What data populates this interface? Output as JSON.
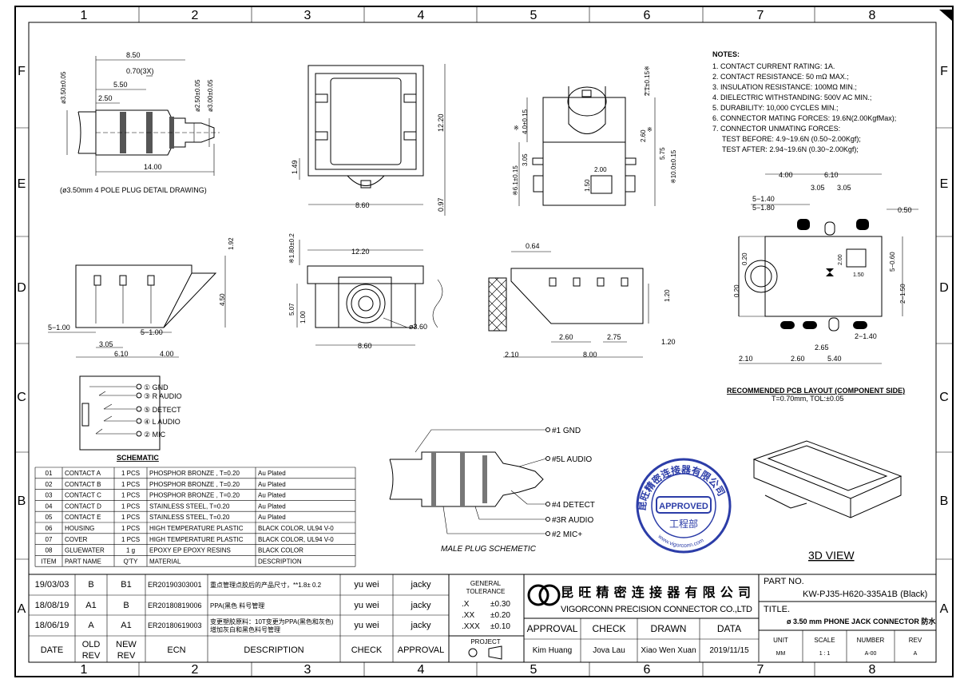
{
  "border": {
    "cols": [
      "1",
      "2",
      "3",
      "4",
      "5",
      "6",
      "7",
      "8"
    ],
    "rows": [
      "F",
      "E",
      "D",
      "C",
      "B",
      "A"
    ]
  },
  "plug_detail": {
    "dims": [
      "8.50",
      "0.70(3X)",
      "5.50",
      "2.50",
      "14.00",
      "ø3.50±0.05",
      "ø2.50±0.05",
      "ø3.00±0.05"
    ],
    "caption": "(ø3.50mm 4 POLE PLUG DETAIL DRAWING)"
  },
  "views": {
    "top": [
      "12.20",
      "1.49",
      "8.60",
      "0.97"
    ],
    "right": [
      "2.1±0.15※",
      "4.0±0.15",
      "※",
      "3.05",
      "※6.1±0.15",
      "2.60",
      "※",
      "5.75",
      "※10.0±0.15",
      "2.00",
      "1.50"
    ],
    "side": [
      "1.92",
      "4.50",
      "5−1.00",
      "3.05",
      "5−1.00",
      "6.10",
      "4.00"
    ],
    "front": [
      "12.20",
      "※1.80±0.2",
      "5.07",
      "1.00",
      "ø3.60",
      "8.60"
    ],
    "rear": [
      "0.64",
      "1.20",
      "2.60",
      "2.75",
      "1.20",
      "2.10",
      "8.00"
    ]
  },
  "notes": {
    "title": "NOTES:",
    "items": [
      "1. CONTACT CURRENT RATING: 1A.",
      "2. CONTACT RESISTANCE: 50 mΩ MAX.;",
      "3. INSULATION RESISTANCE: 100MΩ MIN.;",
      "4. DIELECTRIC WITHSTANDING: 500V AC MIN.;",
      "5. DURABILITY: 10,000 CYCLES MIN.;",
      "6. CONNECTOR MATING FORCES: 19.6N(2.00KgfMax);",
      "7. CONNECTOR UNMATING FORCES:",
      "TEST BEFORE: 4.9~19.6N (0.50~2.00Kgf);",
      "TEST AFTER: 2.94~19.6N (0.30~2.00Kgf);"
    ]
  },
  "pcb": {
    "dims": [
      "4.00",
      "6.10",
      "5−1.40",
      "3.05",
      "3.05",
      "5−1.80",
      "0.50",
      "0.20",
      "5−0.60",
      "0.20",
      "2−1.50",
      "2.00",
      "1.50",
      "2.65",
      "2−1.40",
      "2.10",
      "2.60",
      "5.40"
    ],
    "title": "RECOMMENDED PCB LAYOUT (COMPONENT SIDE)",
    "subtitle": "T=0.70mm, TOL:±0.05"
  },
  "schematic": {
    "pins": [
      "① GND",
      "③ R AUDIO",
      "⑤ DETECT",
      "④ L AUDIO",
      "② MIC"
    ],
    "label": "SCHEMATIC"
  },
  "male_plug": {
    "pins": [
      "#1 GND",
      "#5L AUDIO",
      "#4 DETECT",
      "#3R AUDIO",
      "#2 MIC+"
    ],
    "caption": "MALE PLUG SCHEMETIC"
  },
  "stamp": {
    "text": "APPROVED",
    "dept": "工程部",
    "ring": "昆旺精密连接器有限公司",
    "site": "www.vigorconn.com"
  },
  "view3d_label": "3D VIEW",
  "bom": {
    "header": [
      "ITEM",
      "PART NAME",
      "Q'TY",
      "MATERIAL",
      "DESCRIPTION"
    ],
    "rows": [
      [
        "01",
        "CONTACT A",
        "1 PCS",
        "PHOSPHOR BRONZE , T=0.20",
        "Au Plated"
      ],
      [
        "02",
        "CONTACT B",
        "1 PCS",
        "PHOSPHOR BRONZE , T=0.20",
        "Au Plated"
      ],
      [
        "03",
        "CONTACT C",
        "1 PCS",
        "PHOSPHOR BRONZE , T=0.20",
        "Au Plated"
      ],
      [
        "04",
        "CONTACT D",
        "1 PCS",
        "STAINLESS STEEL, T=0.20",
        "Au Plated"
      ],
      [
        "05",
        "CONTACT E",
        "1 PCS",
        "STAINLESS STEEL, T=0.20",
        "Au Plated"
      ],
      [
        "06",
        "HOUSING",
        "1 PCS",
        "HIGH TEMPERATURE PLASTIC",
        "BLACK COLOR, UL94 V-0"
      ],
      [
        "07",
        "COVER",
        "1 PCS",
        "HIGH TEMPERATURE PLASTIC",
        "BLACK COLOR, UL94 V-0"
      ],
      [
        "08",
        "GLUEWATER",
        "1 g",
        "EPOXY EP EPOXY RESINS",
        "BLACK COLOR"
      ]
    ]
  },
  "revisions": {
    "rows": [
      [
        "19/03/03",
        "B",
        "B1",
        "ER20190303001",
        "重点管理点胶后的产品尺寸，**1.8± 0.2",
        "yu wei",
        "jacky"
      ],
      [
        "18/08/19",
        "A1",
        "B",
        "ER20180819006",
        "PPA(黑色 料号管理",
        "yu wei",
        "jacky"
      ],
      [
        "18/06/19",
        "A",
        "A1",
        "ER20180619003",
        "变更塑胶原料：10T变更为PPA(黑色和灰色) 增加灰白和黑色料号管理",
        "yu wei",
        "jacky"
      ]
    ],
    "header": [
      "DATE",
      "OLD REV",
      "NEW REV",
      "ECN",
      "DESCRIPTION",
      "CHECK",
      "APPROVAL"
    ]
  },
  "tolerance": {
    "title": "GENERAL TOLERANCE",
    "rows": [
      [
        ".X",
        "±0.30"
      ],
      [
        ".XX",
        "±0.20"
      ],
      [
        ".XXX",
        "±0.10"
      ]
    ],
    "project": "PROJECT"
  },
  "company": {
    "cn": "昆旺精密连接器有限公司",
    "en": "VIGORCONN PRECISION CONNECTOR CO.,LTD"
  },
  "signoff": {
    "labels": [
      "APPROVAL",
      "CHECK",
      "DRAWN",
      "DATA"
    ],
    "values": [
      "Kim Huang",
      "Jova Lau",
      "Xiao Wen Xuan",
      "2019/11/15"
    ]
  },
  "titleblock": {
    "part_label": "PART NO.",
    "part_no": "KW-PJ35-H620-335A1B (Black)",
    "title_label": "TITLE.",
    "title": "ø 3.50 mm PHONE JACK CONNECTOR 防水",
    "fields": [
      "UNIT",
      "SCALE",
      "NUMBER",
      "REV"
    ],
    "values": [
      "MM",
      "1 : 1",
      "A-00",
      "A"
    ]
  }
}
